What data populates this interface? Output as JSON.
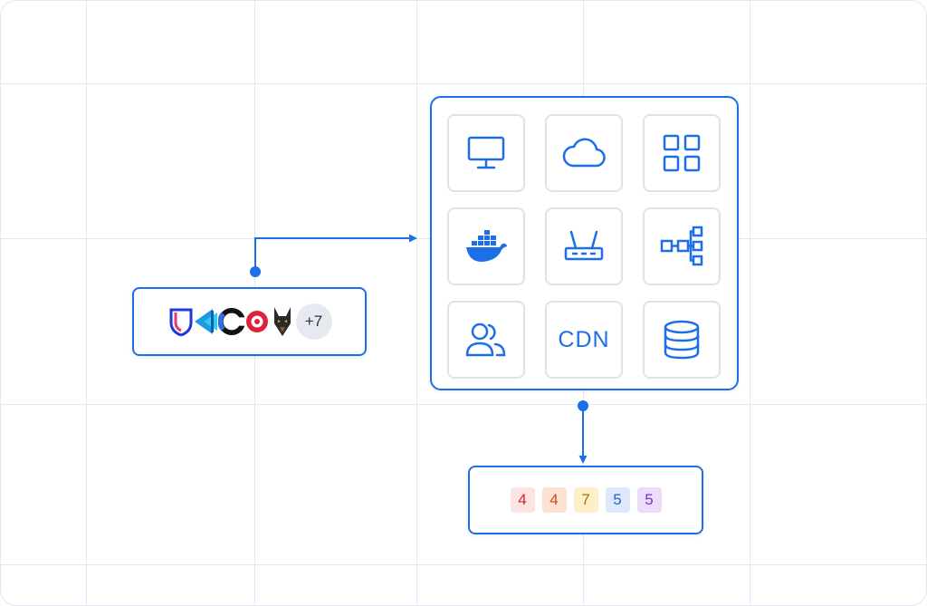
{
  "tools": {
    "logos": [
      {
        "icon": "shield-logo-icon",
        "color": "#1f3ad8"
      },
      {
        "icon": "triangle-logo-icon",
        "color": "#1b9be0"
      },
      {
        "icon": "ring-logo-icon",
        "color": "#111111"
      },
      {
        "icon": "circle-logo-icon",
        "color": "#e0213a"
      },
      {
        "icon": "doberman-logo-icon",
        "color": "#2a2a2a"
      }
    ],
    "more_count": "+7"
  },
  "resources": {
    "tiles": [
      {
        "icon": "monitor-icon"
      },
      {
        "icon": "cloud-icon"
      },
      {
        "icon": "grid-apps-icon"
      },
      {
        "icon": "docker-icon"
      },
      {
        "icon": "router-icon"
      },
      {
        "icon": "network-tree-icon"
      },
      {
        "icon": "users-icon"
      },
      {
        "icon": "cdn-icon",
        "label": "CDN"
      },
      {
        "icon": "database-icon"
      }
    ],
    "accent": "#1c6fe8"
  },
  "findings": {
    "counts": [
      {
        "value": "4",
        "text_color": "#d8202a",
        "bg_color": "#fde4e4"
      },
      {
        "value": "4",
        "text_color": "#c4501d",
        "bg_color": "#fde2d3"
      },
      {
        "value": "7",
        "text_color": "#a8740a",
        "bg_color": "#fdefc9"
      },
      {
        "value": "5",
        "text_color": "#2563c9",
        "bg_color": "#dde9fb"
      },
      {
        "value": "5",
        "text_color": "#7a32c8",
        "bg_color": "#ebdcfb"
      }
    ]
  },
  "connectors": {
    "color": "#1c6fe8"
  }
}
